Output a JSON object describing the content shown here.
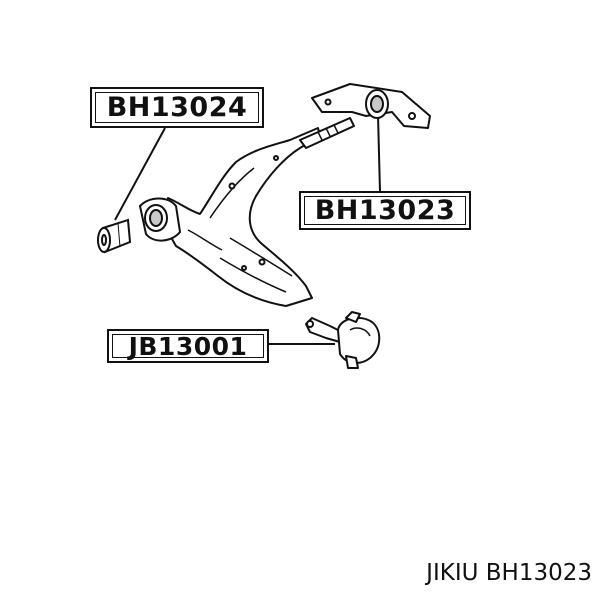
{
  "callouts": {
    "left_bushing": "BH13024",
    "right_bushing": "BH13023",
    "ball_joint": "JB13001"
  },
  "caption": "JIKIU BH13023",
  "colors": {
    "line": "#111111",
    "background": "#ffffff",
    "shading": "#c8c8c8"
  }
}
